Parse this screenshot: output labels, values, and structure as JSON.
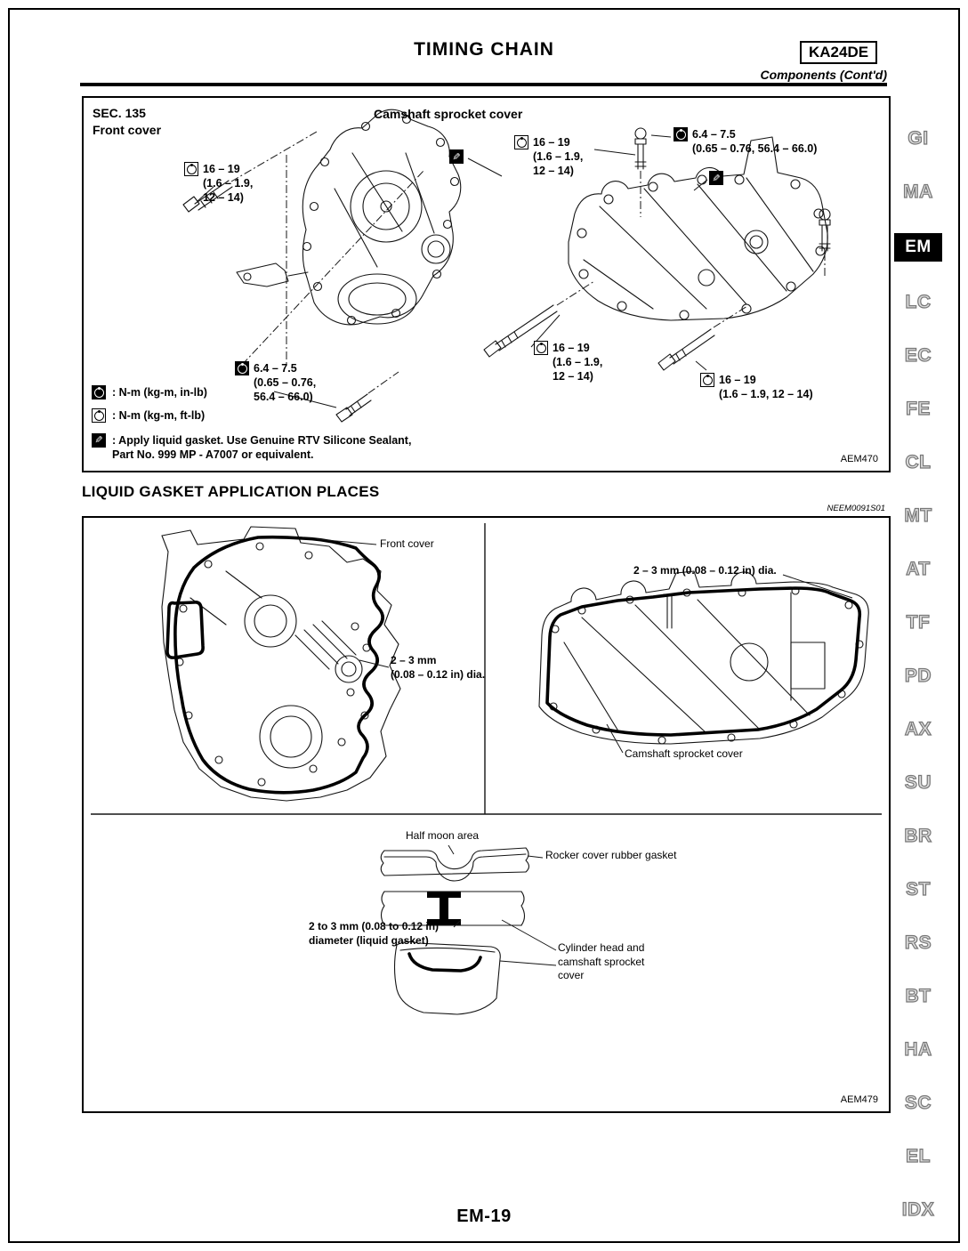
{
  "page": {
    "title": "TIMING CHAIN",
    "model_badge": "KA24DE",
    "subtitle": "Components (Cont'd)",
    "page_number": "EM-19"
  },
  "colors": {
    "ink": "#000000",
    "paper": "#ffffff",
    "tab_outline": "#777777"
  },
  "icons": {
    "torque_ftlb": "circle-in-open-square",
    "torque_inlb": "circle-in-filled-square",
    "liquid_gasket": "applicator-pen-in-filled-square"
  },
  "sidebar": {
    "active": "EM",
    "items": [
      "GI",
      "MA",
      "EM",
      "LC",
      "EC",
      "FE",
      "CL",
      "MT",
      "AT",
      "TF",
      "PD",
      "AX",
      "SU",
      "BR",
      "ST",
      "RS",
      "BT",
      "HA",
      "SC",
      "EL",
      "IDX"
    ]
  },
  "figure1": {
    "section": "SEC. 135\nFront cover",
    "part_label": "Camshaft sprocket cover",
    "callouts": {
      "front_left": "16 – 19\n(1.6 – 1.9,\n12 – 14)",
      "cam_top": "16 – 19\n(1.6 – 1.9,\n12 – 14)",
      "cam_top_right": "6.4 – 7.5\n(0.65 – 0.76, 56.4 – 66.0)",
      "front_bottom": "6.4 – 7.5\n(0.65 – 0.76,\n56.4 – 66.0)",
      "cam_mid": "16 – 19\n(1.6 – 1.9,\n12 – 14)",
      "cam_right": "16 – 19\n(1.6 – 1.9, 12 – 14)"
    },
    "legend": {
      "inlb": ": N-m (kg-m, in-lb)",
      "ftlb": ": N-m (kg-m, ft-lb)",
      "gasket": ": Apply liquid gasket.  Use Genuine RTV Silicone Sealant,\nPart No. 999 MP - A7007 or equivalent."
    },
    "code": "AEM470"
  },
  "section2": {
    "heading": "LIQUID GASKET APPLICATION PLACES",
    "ref_code": "NEEM0091S01"
  },
  "figure2": {
    "front_cover_label": "Front cover",
    "front_dia_label": "2 – 3 mm\n(0.08 – 0.12 in) dia.",
    "cam_dia_label": "2 – 3 mm (0.08 – 0.12 in) dia.",
    "cam_cover_label": "Camshaft sprocket cover",
    "half_moon_label": "Half moon area",
    "rocker_label": "Rocker cover rubber gasket",
    "bead_label": "2 to 3 mm (0.08 to 0.12 in)\ndiameter (liquid gasket)",
    "cyl_label": "Cylinder head and\ncamshaft sprocket\ncover",
    "code": "AEM479"
  }
}
